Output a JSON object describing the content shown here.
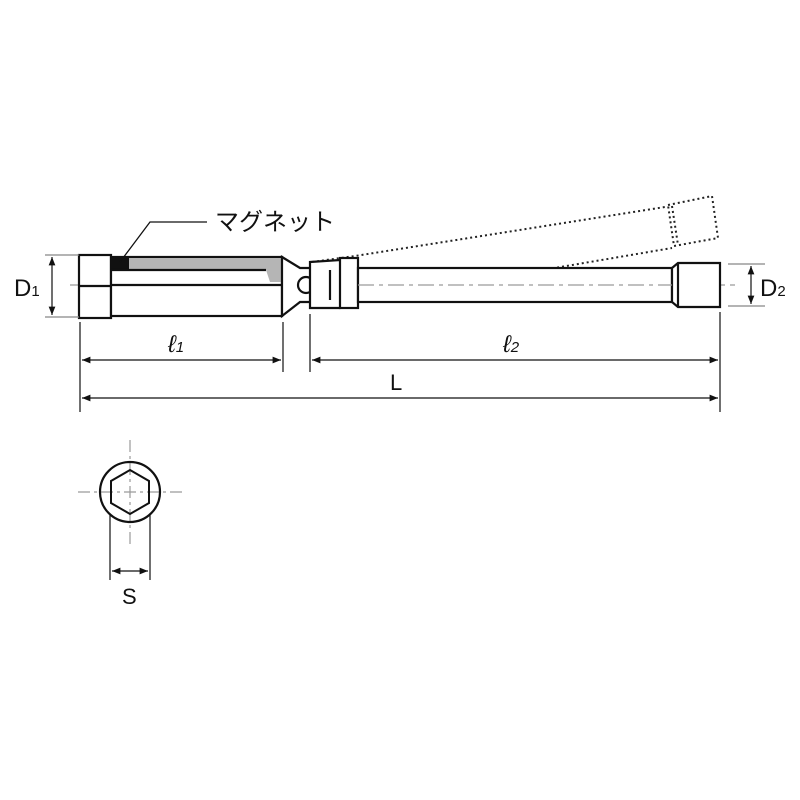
{
  "labels": {
    "magnet": "マグネット",
    "d1_main": "D",
    "d1_sub": "1",
    "d2_main": "D",
    "d2_sub": "2",
    "l1_main": "ℓ",
    "l1_sub": "1",
    "l2_main": "ℓ",
    "l2_sub": "2",
    "total_length": "L",
    "hex_size": "S"
  },
  "colors": {
    "line": "#111111",
    "magnet_fill": "#111111",
    "shade": "#b5b5b5",
    "centerline": "#9a9a9a"
  }
}
